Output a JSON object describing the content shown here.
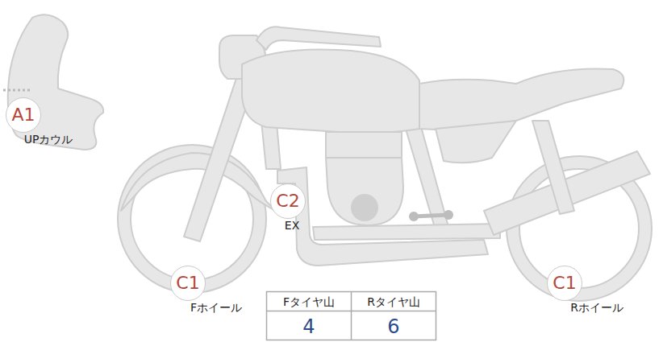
{
  "diagram": {
    "nodes": [
      {
        "text": [
          "A1",
          "UPカウル"
        ]
      },
      {
        "text": [
          "C2",
          "EX"
        ]
      },
      {
        "text": [
          "C1",
          "Fホイール"
        ]
      },
      {
        "text": [
          "C1",
          "Rホイール"
        ]
      }
    ],
    "labels": [
      "Fタイヤ山",
      "Rタイヤ山",
      "4",
      "6"
    ]
  }
}
